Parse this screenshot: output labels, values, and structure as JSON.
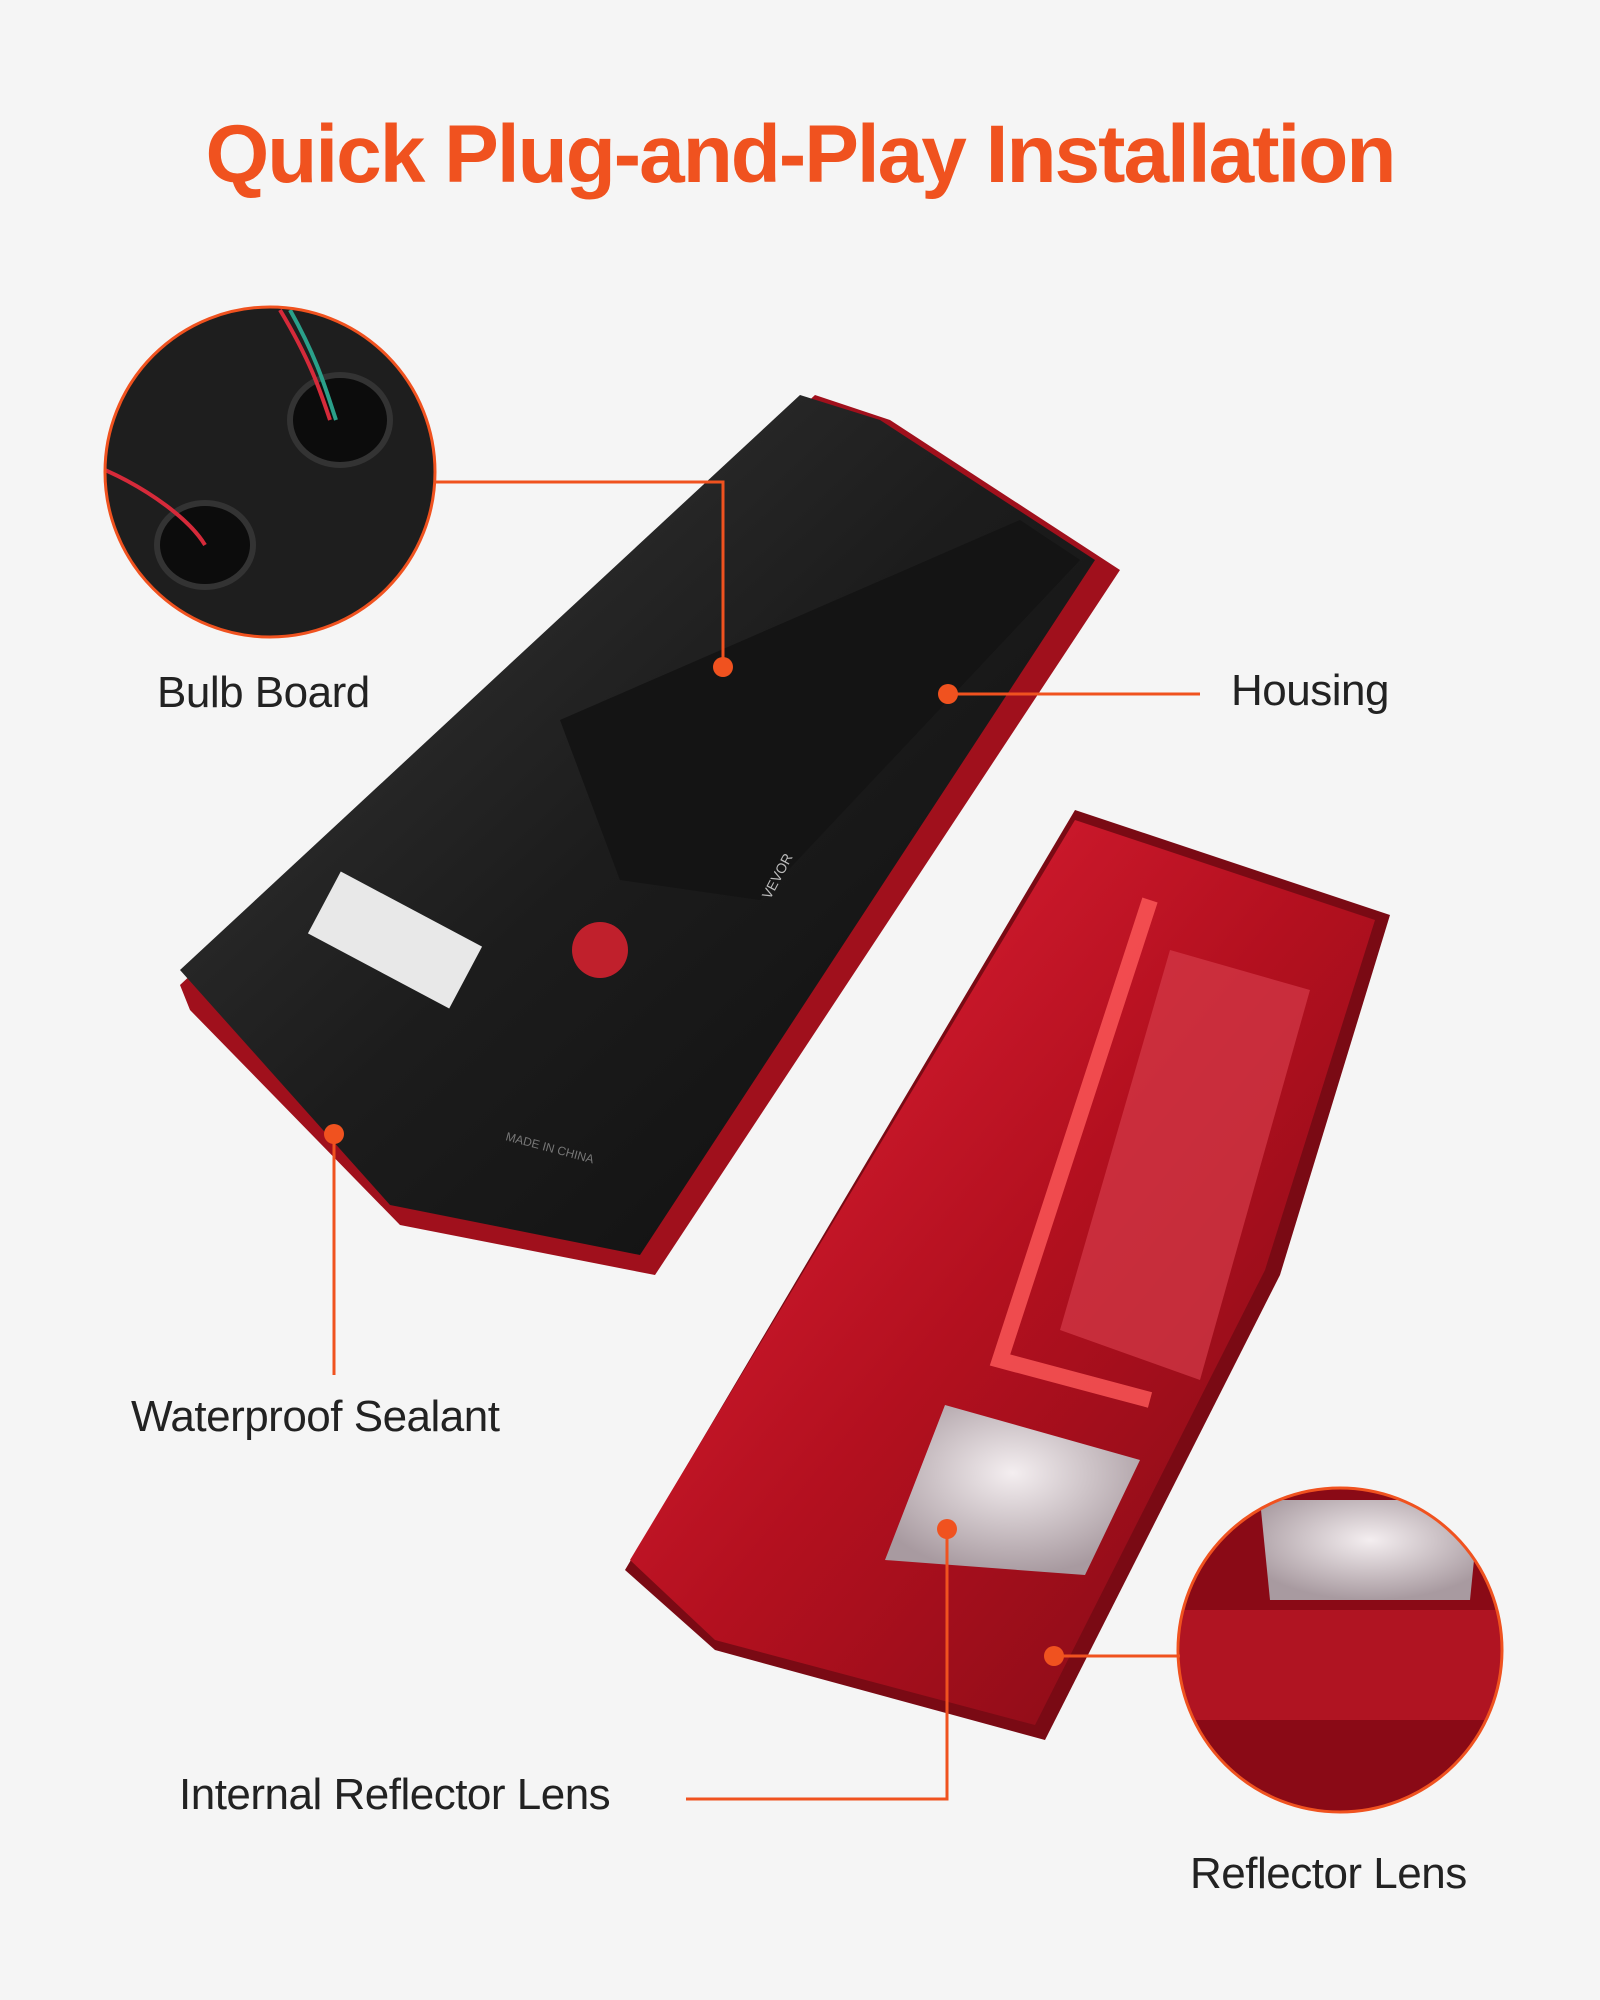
{
  "title": "Quick Plug-and-Play Installation",
  "accent_color": "#f0521f",
  "labels": {
    "bulb_board": "Bulb Board",
    "housing": "Housing",
    "waterproof_sealant": "Waterproof Sealant",
    "internal_reflector_lens": "Internal Reflector Lens",
    "reflector_lens": "Reflector Lens"
  },
  "product_marks": {
    "brand": "VEVOR",
    "made_in": "MADE IN CHINA"
  }
}
